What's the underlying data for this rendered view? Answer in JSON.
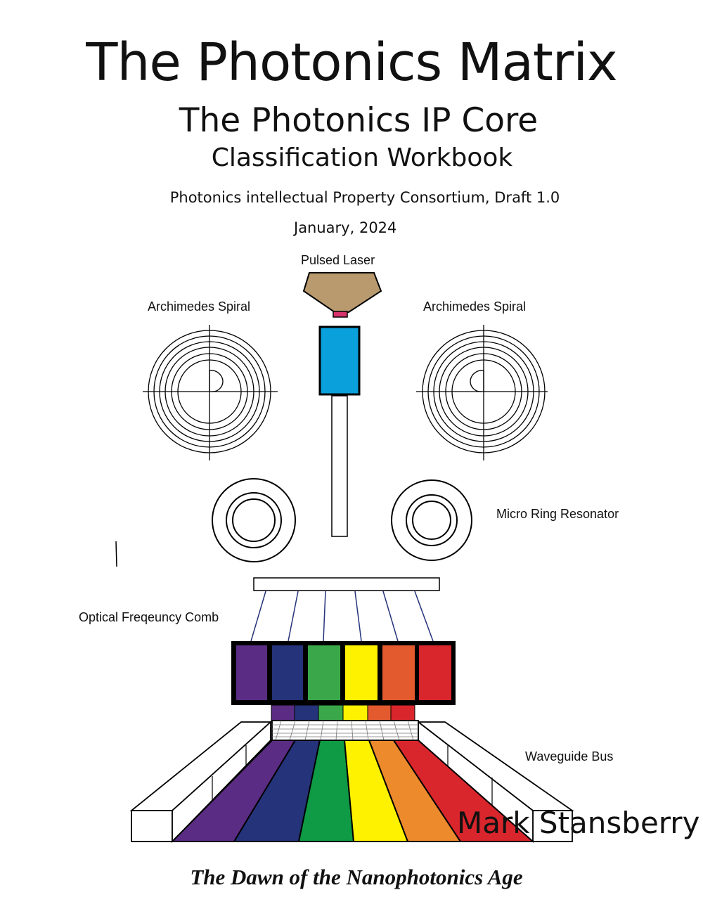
{
  "cover": {
    "title": "The Photonics Matrix",
    "subtitle": "The Photonics IP Core",
    "subtitle2": "Classification Workbook",
    "organization": "Photonics intellectual Property Consortium, Draft 1.0",
    "date": "January, 2024",
    "author": "Mark Stansberry",
    "tagline": "The Dawn of the Nanophotonics Age"
  },
  "labels": {
    "pulsed_laser": "Pulsed Laser",
    "spiral_left": "Archimedes Spiral",
    "spiral_right": "Archimedes Spiral",
    "micro_ring": "Micro Ring Resonator",
    "comb": "Optical Freqeuncy Comb",
    "waveguide": "Waveguide Bus"
  },
  "colors": {
    "laser_body": "#b89a6e",
    "laser_tip": "#d6336c",
    "blue_block": "#0aa0dc",
    "violet": "#5b2c83",
    "indigo": "#25337a",
    "green": "#3aa84a",
    "yellow": "#fff200",
    "orange": "#e35a2f",
    "red": "#d8262c",
    "bus_orange": "#ec8a2c"
  }
}
